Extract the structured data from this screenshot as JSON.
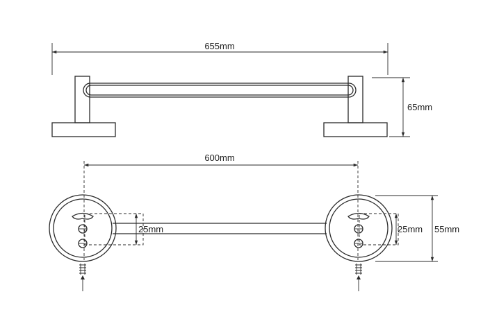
{
  "dimensions": {
    "overall_length": "655mm",
    "height": "65mm",
    "centers": "600mm",
    "bar_offset_left": "25mm",
    "bar_offset_right": "25mm",
    "base_diameter": "55mm"
  },
  "colors": {
    "line": "#2a2a2a",
    "background": "#ffffff"
  }
}
